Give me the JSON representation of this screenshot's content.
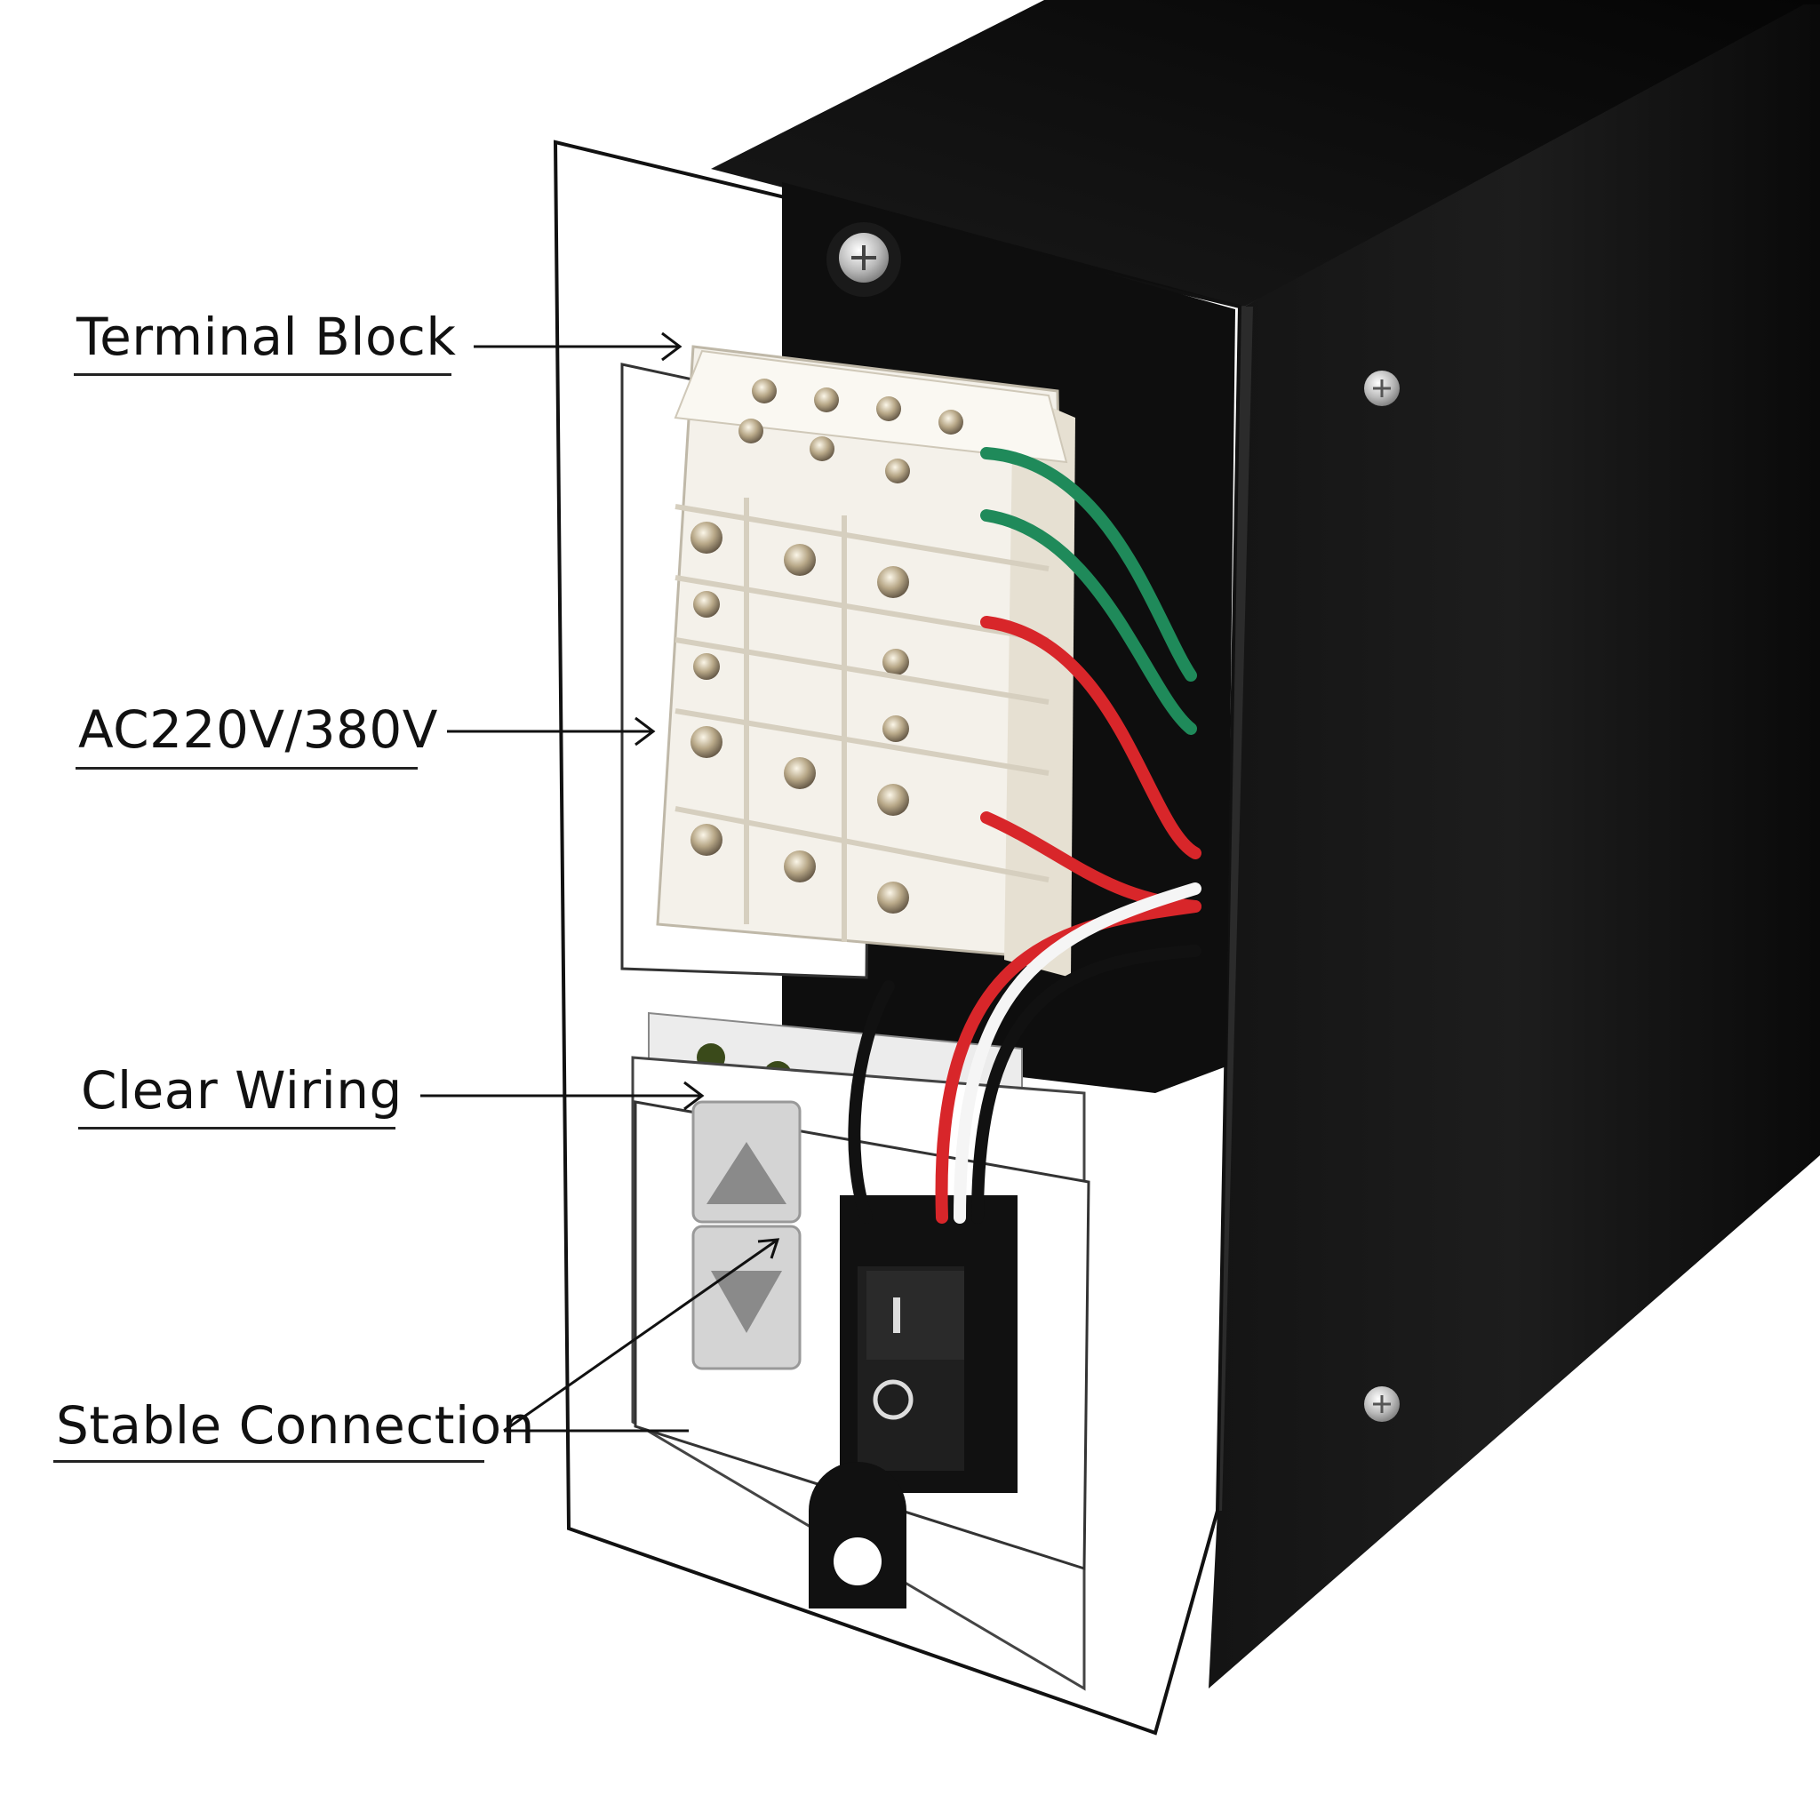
{
  "callouts": [
    {
      "id": "terminal",
      "label": "Terminal Block"
    },
    {
      "id": "voltage",
      "label": "AC220V/380V"
    },
    {
      "id": "wiring",
      "label": "Clear Wiring"
    },
    {
      "id": "stable",
      "label": "Stable Connection"
    }
  ],
  "colors": {
    "housing": "#0d0d0d",
    "faceplate": "#ffffff",
    "terminal_block": "#f4f1ea",
    "wire_green": "#1f8a5a",
    "wire_red": "#d8262a",
    "wire_white": "#f5f5f5",
    "wire_black": "#111111",
    "indicator": "#3a4a1a"
  },
  "icons": [
    "screw-icon",
    "up-arrow-icon",
    "down-arrow-icon",
    "rocker-switch-icon",
    "mounting-hole-icon"
  ]
}
